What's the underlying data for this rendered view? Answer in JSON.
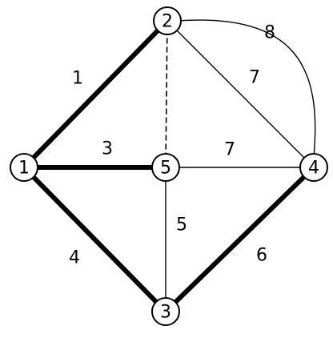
{
  "graph": {
    "nodes": [
      {
        "id": "1",
        "label": "1"
      },
      {
        "id": "2",
        "label": "2"
      },
      {
        "id": "3",
        "label": "3"
      },
      {
        "id": "4",
        "label": "4"
      },
      {
        "id": "5",
        "label": "5"
      }
    ],
    "edges": [
      {
        "from": "1",
        "to": "2",
        "weight": "1",
        "style": "thick"
      },
      {
        "from": "1",
        "to": "5",
        "weight": "3",
        "style": "thick"
      },
      {
        "from": "1",
        "to": "3",
        "weight": "4",
        "style": "thick"
      },
      {
        "from": "3",
        "to": "4",
        "weight": "6",
        "style": "thick"
      },
      {
        "from": "2",
        "to": "5",
        "weight": "",
        "style": "dashed"
      },
      {
        "from": "2",
        "to": "4",
        "weight": "7",
        "style": "thin"
      },
      {
        "from": "5",
        "to": "4",
        "weight": "7",
        "style": "thin"
      },
      {
        "from": "5",
        "to": "3",
        "weight": "5",
        "style": "thin"
      },
      {
        "from": "2",
        "to": "4",
        "weight": "8",
        "style": "arc"
      }
    ]
  }
}
